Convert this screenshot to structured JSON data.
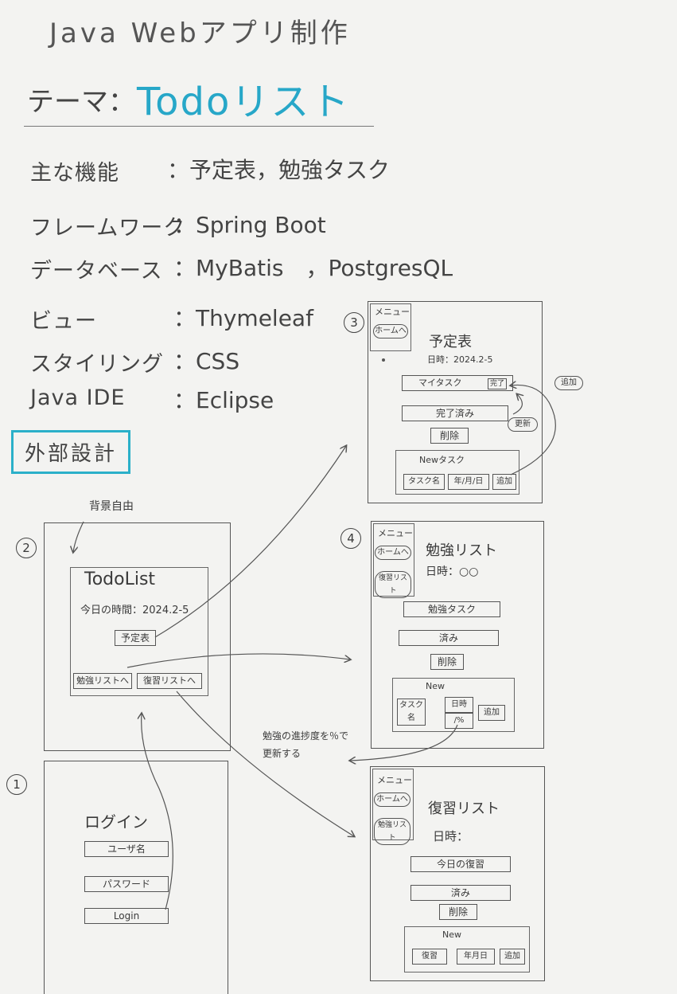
{
  "header": {
    "title": "Java Webアプリ制作",
    "theme_label": "テーマ：",
    "theme_value": "Todoリスト"
  },
  "specs": [
    {
      "label": "主な機能",
      "value": "：予定表，勉強タスク"
    },
    {
      "label": "フレームワーク",
      "value": "：Spring Boot"
    },
    {
      "label": "データベース",
      "value": "：MyBatis　，PostgresQL"
    },
    {
      "label": "ビュー",
      "value": "：Thymeleaf"
    },
    {
      "label": "スタイリング",
      "value": "：CSS"
    },
    {
      "label": "Java IDE",
      "value": "：Eclipse"
    }
  ],
  "section_title": "外部設計",
  "colors": {
    "accent": "#27a7c8",
    "ink": "#3a3a3a"
  },
  "screens": {
    "login": {
      "number": "1",
      "title": "ログイン",
      "user_field": "ユーザ名",
      "password_field": "パスワード",
      "login_button": "Login"
    },
    "home": {
      "number": "2",
      "note": "背景自由",
      "title": "TodoList",
      "date": "今日の時間：2024.2-5",
      "schedule_button": "予定表",
      "study_button": "勉強リストへ",
      "review_button": "復習リストへ"
    },
    "schedule": {
      "number": "3",
      "menu": "メニュー",
      "home_link": "ホームへ",
      "title": "予定表",
      "date": "日時：2024.2-5",
      "task_row": "マイタスク",
      "task_row_btn": "完了",
      "done_row": "完了済み",
      "delete_button": "削除",
      "new_title": "Newタスク",
      "new_name": "タスク名",
      "new_date": "年/月/日",
      "add_button": "追加",
      "note_add": "追加",
      "note_update": "更新"
    },
    "study": {
      "number": "4",
      "menu": "メニュー",
      "home_link": "ホームへ",
      "review_link": "復習リスト",
      "title": "勉強リスト",
      "date": "日時：○○",
      "task_row": "勉強タスク",
      "done_row": "済み",
      "delete_button": "削除",
      "new_title": "New",
      "new_name": "タスク名",
      "new_date": "日時",
      "new_progress": "/%",
      "add_button": "追加",
      "note": "勉強の進捗度を％で更新する"
    },
    "review": {
      "menu": "メニュー",
      "home_link": "ホームへ",
      "study_link": "勉強リスト",
      "title": "復習リスト",
      "date": "日時：",
      "task_row": "今日の復習",
      "done_row": "済み",
      "delete_button": "削除",
      "new_title": "New",
      "new_name": "復習",
      "new_date": "年月日",
      "add_button": "追加"
    }
  }
}
